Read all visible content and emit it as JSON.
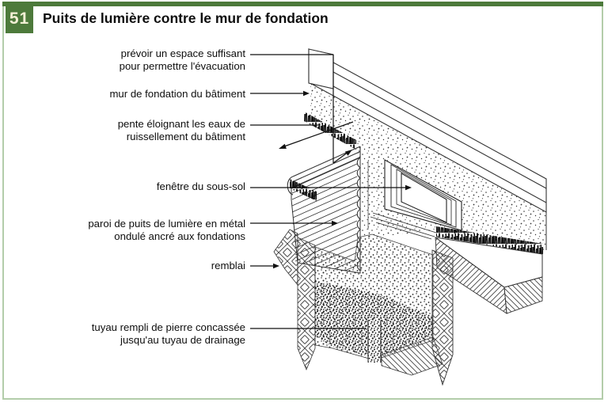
{
  "page": {
    "figure_number": "51",
    "title": "Puits de lumière contre le mur de fondation",
    "colors": {
      "header_green": "#4d7a3b",
      "border_green": "#b3cdaa",
      "ink": "#111111"
    }
  },
  "labels": [
    {
      "id": "evacuation-space",
      "text": "prévoir un espace suffisant\npour permettre l'évacuation"
    },
    {
      "id": "foundation-wall",
      "text": "mur de fondation du bâtiment"
    },
    {
      "id": "runoff-slope",
      "text": "pente éloignant les eaux de\nruissellement du bâtiment"
    },
    {
      "id": "basement-window",
      "text": "fenêtre du sous-sol"
    },
    {
      "id": "well-wall",
      "text": "paroi de puits de lumière en métal\nondulé ancré aux fondations"
    },
    {
      "id": "backfill",
      "text": "remblai"
    },
    {
      "id": "drain-pipe",
      "text": "tuyau rempli de pierre concassée\njusqu'au tuyau de drainage"
    }
  ]
}
